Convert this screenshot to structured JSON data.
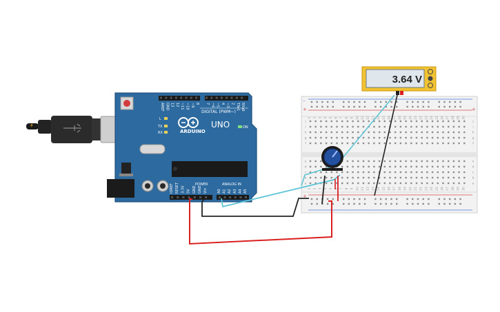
{
  "multimeter": {
    "reading": "3.64 V"
  },
  "arduino": {
    "logo_text": "ARDUINO",
    "model": "UNO",
    "on_label": "ON",
    "digital_label": "DIGITAL (PWM~)",
    "power_label": "POWER",
    "analog_label": "ANALOG IN",
    "pin_labels_top": [
      "AREF",
      "GND",
      "13",
      "12",
      "~11",
      "~10",
      "~9",
      "8",
      "7",
      "~6",
      "~5",
      "4",
      "~3",
      "2",
      "TX▸1",
      "RX◂0"
    ],
    "pin_labels_power": [
      "IOREF",
      "RESET",
      "3.3V",
      "5V",
      "GND",
      "GND",
      "Vin"
    ],
    "pin_labels_analog": [
      "A0",
      "A1",
      "A2",
      "A3",
      "A4",
      "A5"
    ],
    "led_labels": [
      "L",
      "TX",
      "RX"
    ]
  },
  "breadboard": {
    "column_numbers": [
      "1",
      "2",
      "3",
      "4",
      "5",
      "6",
      "7",
      "8",
      "9",
      "10",
      "11",
      "12",
      "13",
      "14",
      "15",
      "16",
      "17",
      "18",
      "19",
      "20",
      "21",
      "22",
      "23",
      "24",
      "25",
      "26",
      "27",
      "28",
      "29",
      "30"
    ],
    "row_letters_top": [
      "j",
      "i",
      "h",
      "g",
      "f"
    ],
    "row_letters_bottom": [
      "e",
      "d",
      "c",
      "b",
      "a"
    ],
    "rail_plus": "+",
    "rail_minus": "–"
  },
  "colors": {
    "board": "#2c6aa0",
    "board_dark": "#1f4f7d",
    "wire_red": "#d92020",
    "wire_black": "#222222",
    "wire_cyan": "#5fc4d6",
    "rail_red": "#d94a4a",
    "rail_blue": "#4a7ad9",
    "meter_frame": "#f1c232",
    "knob": "#2450a0"
  }
}
